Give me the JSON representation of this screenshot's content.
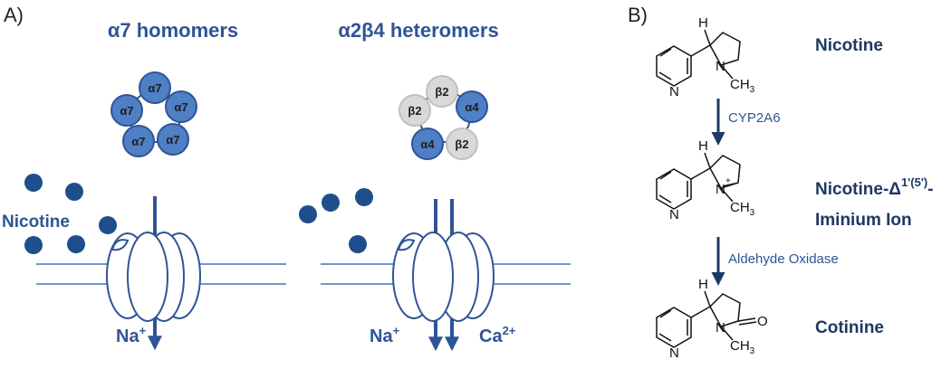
{
  "panel_a": {
    "label": "A)",
    "homomer": {
      "title": "α7 homomers",
      "subunits": [
        "α7",
        "α7",
        "α7",
        "α7",
        "α7"
      ],
      "ion": "Na",
      "ion_charge": "+"
    },
    "heteromer": {
      "title": "α2β4 heteromers",
      "subunits": [
        "β2",
        "α4",
        "β2",
        "α4",
        "β2"
      ],
      "ion_1": "Na",
      "ion_1_charge": "+",
      "ion_2": "Ca",
      "ion_2_charge": "2+"
    },
    "ligand_label": "Nicotine"
  },
  "panel_b": {
    "label": "B)",
    "compound_1": "Nicotine",
    "enzyme_1": "CYP2A6",
    "compound_2_line1": "Nicotine-Δ",
    "compound_2_sup": "1'(5')",
    "compound_2_tail": "-",
    "compound_2_line2": "Iminium Ion",
    "enzyme_2": "Aldehyde Oxidase",
    "compound_3": "Cotinine",
    "atoms": {
      "h": "H",
      "n": "N",
      "ch": "CH",
      "three": "3",
      "plus": "+",
      "o": "O"
    }
  },
  "colors": {
    "accent": "#2F5496",
    "dark_accent": "#1F3864",
    "alpha_subunit": "#4F7FC5",
    "beta_subunit": "#D9D9D9",
    "nicotine_dot": "#1F4E8C",
    "membrane": "#4472C4"
  }
}
